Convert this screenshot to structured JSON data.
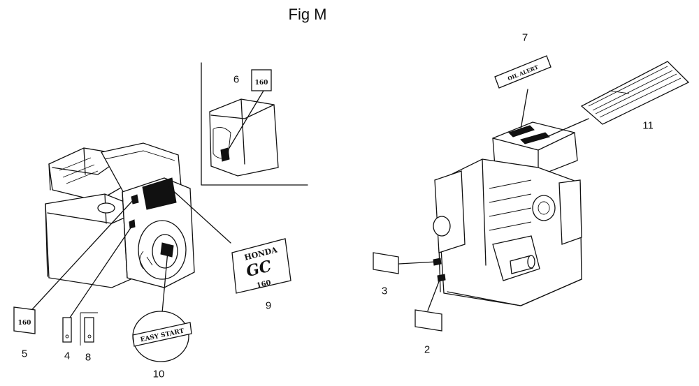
{
  "figure": {
    "title": "Fig M"
  },
  "callouts": [
    {
      "id": "1",
      "label": "2"
    },
    {
      "id": "2",
      "label": "3"
    },
    {
      "id": "3",
      "label": "4"
    },
    {
      "id": "4",
      "label": "5"
    },
    {
      "id": "5",
      "label": "6"
    },
    {
      "id": "6",
      "label": "7"
    },
    {
      "id": "7",
      "label": "8"
    },
    {
      "id": "8",
      "label": "9"
    },
    {
      "id": "9",
      "label": "10"
    },
    {
      "id": "10",
      "label": "11"
    }
  ],
  "labels": {
    "oil_alert_decal": "OIL ALERT",
    "honda_decal_brand": "HONDA",
    "honda_decal_model": "GC",
    "honda_decal_number": "160",
    "small_emblem_number": "160",
    "recoil_emblem_text": "EASY START"
  }
}
